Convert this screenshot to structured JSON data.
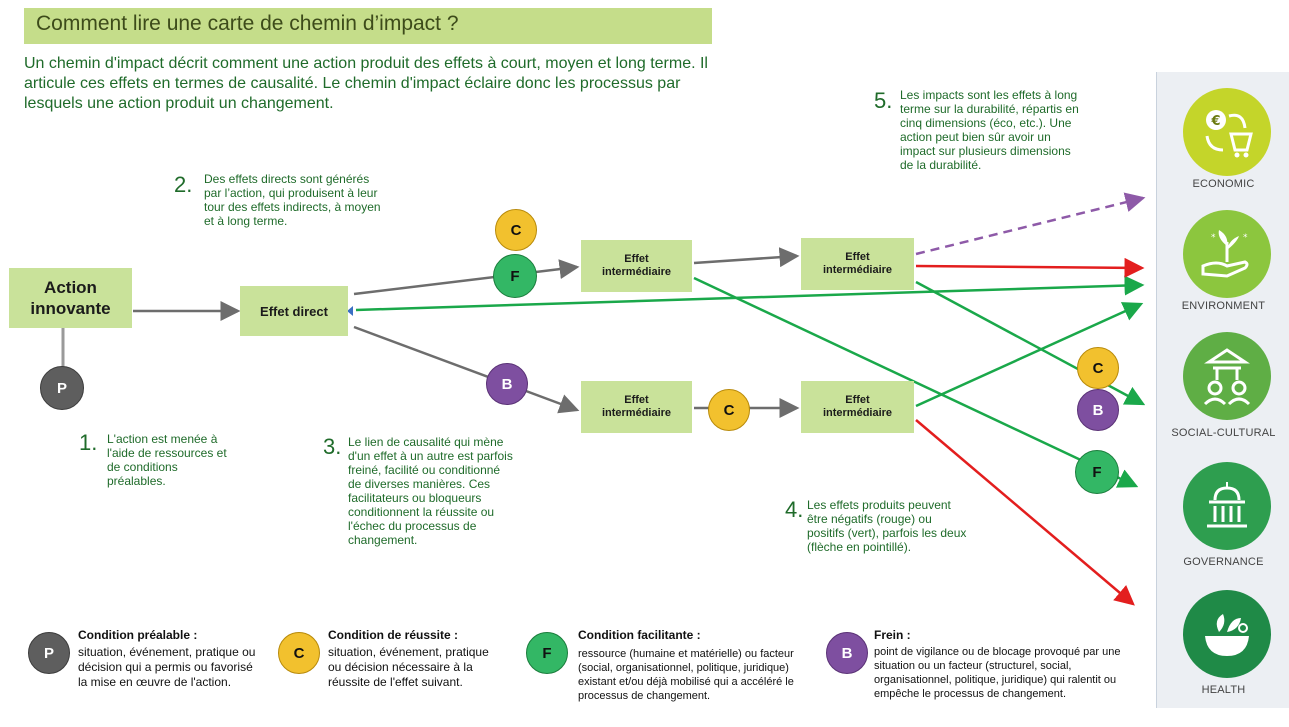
{
  "title": "Comment lire une carte de chemin d’impact ?",
  "intro": "Un chemin d'impact décrit comment une action produit des effets à court, moyen et long terme. Il articule ces effets en termes de causalité. Le chemin d'impact éclaire donc les processus par lesquels une action produit un changement.",
  "steps": [
    {
      "num": "1.",
      "text": "L'action est menée à l'aide de ressources et de conditions préalables."
    },
    {
      "num": "2.",
      "text": "Des effets directs sont générés par l’action, qui produisent à leur tour des effets indirects, à moyen et à long terme."
    },
    {
      "num": "3.",
      "text": "Le lien de causalité qui mène d'un effet à un autre est parfois freiné, facilité ou conditionné de diverses manières. Ces facilitateurs ou bloqueurs conditionnent la réussite ou l'échec du processus de changement."
    },
    {
      "num": "4.",
      "text": "Les effets produits peuvent être négatifs (rouge) ou positifs (vert), parfois les deux (flèche en pointillé)."
    },
    {
      "num": "5.",
      "text": "Les impacts sont les effets à long terme sur la durabilité, répartis en cinq dimensions (éco, etc.). Une action peut bien sûr avoir un impact sur plusieurs dimensions de la durabilité."
    }
  ],
  "boxes": {
    "action": {
      "line1": "Action",
      "line2": "innovante"
    },
    "direct": "Effet direct",
    "inter_line1": "Effet",
    "inter_line2": "intermédiaire"
  },
  "markers": {
    "p": "P",
    "c": "C",
    "f": "F",
    "b": "B"
  },
  "dimensions": [
    {
      "label": "ECONOMIC",
      "icon": "economic-icon",
      "color": "#c4d52a"
    },
    {
      "label": "ENVIRONMENT",
      "icon": "environment-icon",
      "color": "#8cc63e"
    },
    {
      "label": "SOCIAL-CULTURAL",
      "icon": "social-cultural-icon",
      "color": "#5fae45"
    },
    {
      "label": "GOVERNANCE",
      "icon": "governance-icon",
      "color": "#2e9e4f"
    },
    {
      "label": "HEALTH",
      "icon": "health-icon",
      "color": "#1f8a47"
    }
  ],
  "legend": [
    {
      "marker": "P",
      "title": "Condition préalable :",
      "text": "situation, événement, pratique ou décision qui a permis ou favorisé la mise en œuvre de l'action."
    },
    {
      "marker": "C",
      "title": "Condition de réussite :",
      "text": "situation, événement, pratique ou décision nécessaire à la réussite de l'effet suivant."
    },
    {
      "marker": "F",
      "title": "Condition facilitante :",
      "text": "ressource (humaine et matérielle) ou facteur (social, organisationnel, politique, juridique) existant et/ou déjà mobilisé qui a accéléré le processus de changement."
    },
    {
      "marker": "B",
      "title": "Frein :",
      "text": "point de vigilance ou de blocage provoqué par une situation ou un facteur (structurel, social, organisationnel, politique, juridique) qui ralentit ou empêche le processus de changement."
    }
  ],
  "colors": {
    "positive": "#1aa84a",
    "negative": "#e31e1e",
    "both": "#8e5aa8",
    "neutral": "#6d6d6d"
  }
}
